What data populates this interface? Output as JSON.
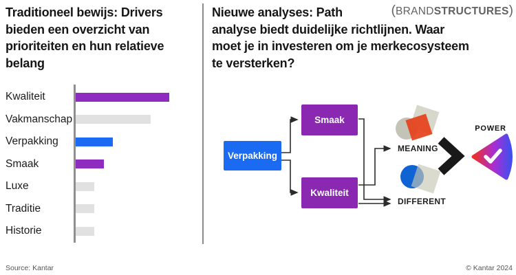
{
  "slide": {
    "left": {
      "title_lines": [
        "Traditioneel bewijs: Drivers",
        "bieden een overzicht van",
        "prioriteiten en hun relatieve",
        "belang"
      ]
    },
    "right": {
      "title_lines": [
        "Nieuwe analyses: Path",
        "analyse biedt duidelijke richtlijnen. Waar",
        "moet je in investeren om je merkecosysteem",
        "te versterken?"
      ],
      "logo": {
        "open": "(",
        "brand": "BRAND",
        "structures": "STRUCTURES",
        "close": ")"
      }
    },
    "footer": {
      "source": "Source: Kantar",
      "copyright": "© Kantar 2024"
    }
  },
  "chart_data": {
    "type": "bar",
    "orientation": "horizontal",
    "title": "",
    "xlabel": "",
    "ylabel": "",
    "categories": [
      "Kwaliteit",
      "Vakmanschap",
      "Verpakking",
      "Smaak",
      "Luxe",
      "Traditie",
      "Historie"
    ],
    "values": [
      100,
      80,
      40,
      30,
      20,
      20,
      20
    ],
    "xlim": [
      0,
      100
    ],
    "value_note": "relative driver importance, no numeric axis shown",
    "bar_colors": [
      "#8e2cc0",
      "#e1e1e1",
      "#1a6af2",
      "#8e2cc0",
      "#e1e1e1",
      "#e1e1e1",
      "#e1e1e1"
    ],
    "grid": false,
    "legend": false
  },
  "diagram": {
    "nodes": [
      {
        "id": "verpakking",
        "label": "Verpakking",
        "color": "#1a6af2"
      },
      {
        "id": "smaak",
        "label": "Smaak",
        "color": "#8a28b2"
      },
      {
        "id": "kwaliteit",
        "label": "Kwaliteit",
        "color": "#8a28b2"
      }
    ],
    "outcomes": {
      "meaning": "MEANING",
      "different": "DIFFERENT",
      "power": "POWER"
    },
    "edges": [
      {
        "from": "Verpakking",
        "to": "Smaak"
      },
      {
        "from": "Verpakking",
        "to": "Kwaliteit"
      },
      {
        "from": "Smaak",
        "to": "DIFFERENT"
      },
      {
        "from": "Kwaliteit",
        "to": "MEANING"
      },
      {
        "from": "Kwaliteit",
        "to": "DIFFERENT"
      }
    ]
  },
  "colors": {
    "purple": "#8e2cc0",
    "box_purple": "#8a28b2",
    "blue": "#1a6af2",
    "bar_gray": "#e1e1e1",
    "axis_gray": "#8f8f8f",
    "connector": "#2b2b2b",
    "meaning_red": "#e6411b",
    "different_blue": "#0f63d2",
    "shape_beige": "#c6c6b6",
    "power_gradient": [
      "#ef3123",
      "#a92ed2",
      "#2b55f5"
    ]
  }
}
